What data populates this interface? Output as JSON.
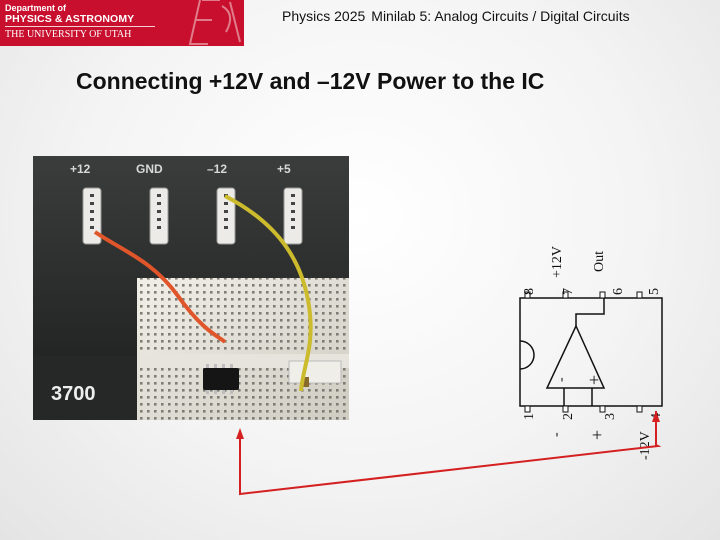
{
  "logo": {
    "line1": "Department of",
    "line2": "PHYSICS & ASTRONOMY",
    "line3": "THE UNIVERSITY OF UTAH"
  },
  "header": {
    "course": "Physics 2025",
    "lab": "Minilab 5: Analog Circuits / Digital Circuits"
  },
  "slide_title": "Connecting +12V and –12V Power to the IC",
  "photo": {
    "terminal_labels": [
      "+12",
      "GND",
      "–12",
      "+5"
    ],
    "model_number": "3700"
  },
  "pinout": {
    "pins_top": [
      "8",
      "7",
      "6",
      "5"
    ],
    "pins_bottom": [
      "1",
      "2",
      "3",
      "4"
    ],
    "top_labels": {
      "pin7": "+12V",
      "pin6": "Out"
    },
    "bottom_labels": {
      "pin2": "-",
      "pin3": "+",
      "pin4": "-12V"
    },
    "opamp_inputs": {
      "inverting": "-",
      "noninverting": "+"
    }
  },
  "colors": {
    "logo_red": "#c8102e",
    "arrow_red": "#d42020"
  }
}
